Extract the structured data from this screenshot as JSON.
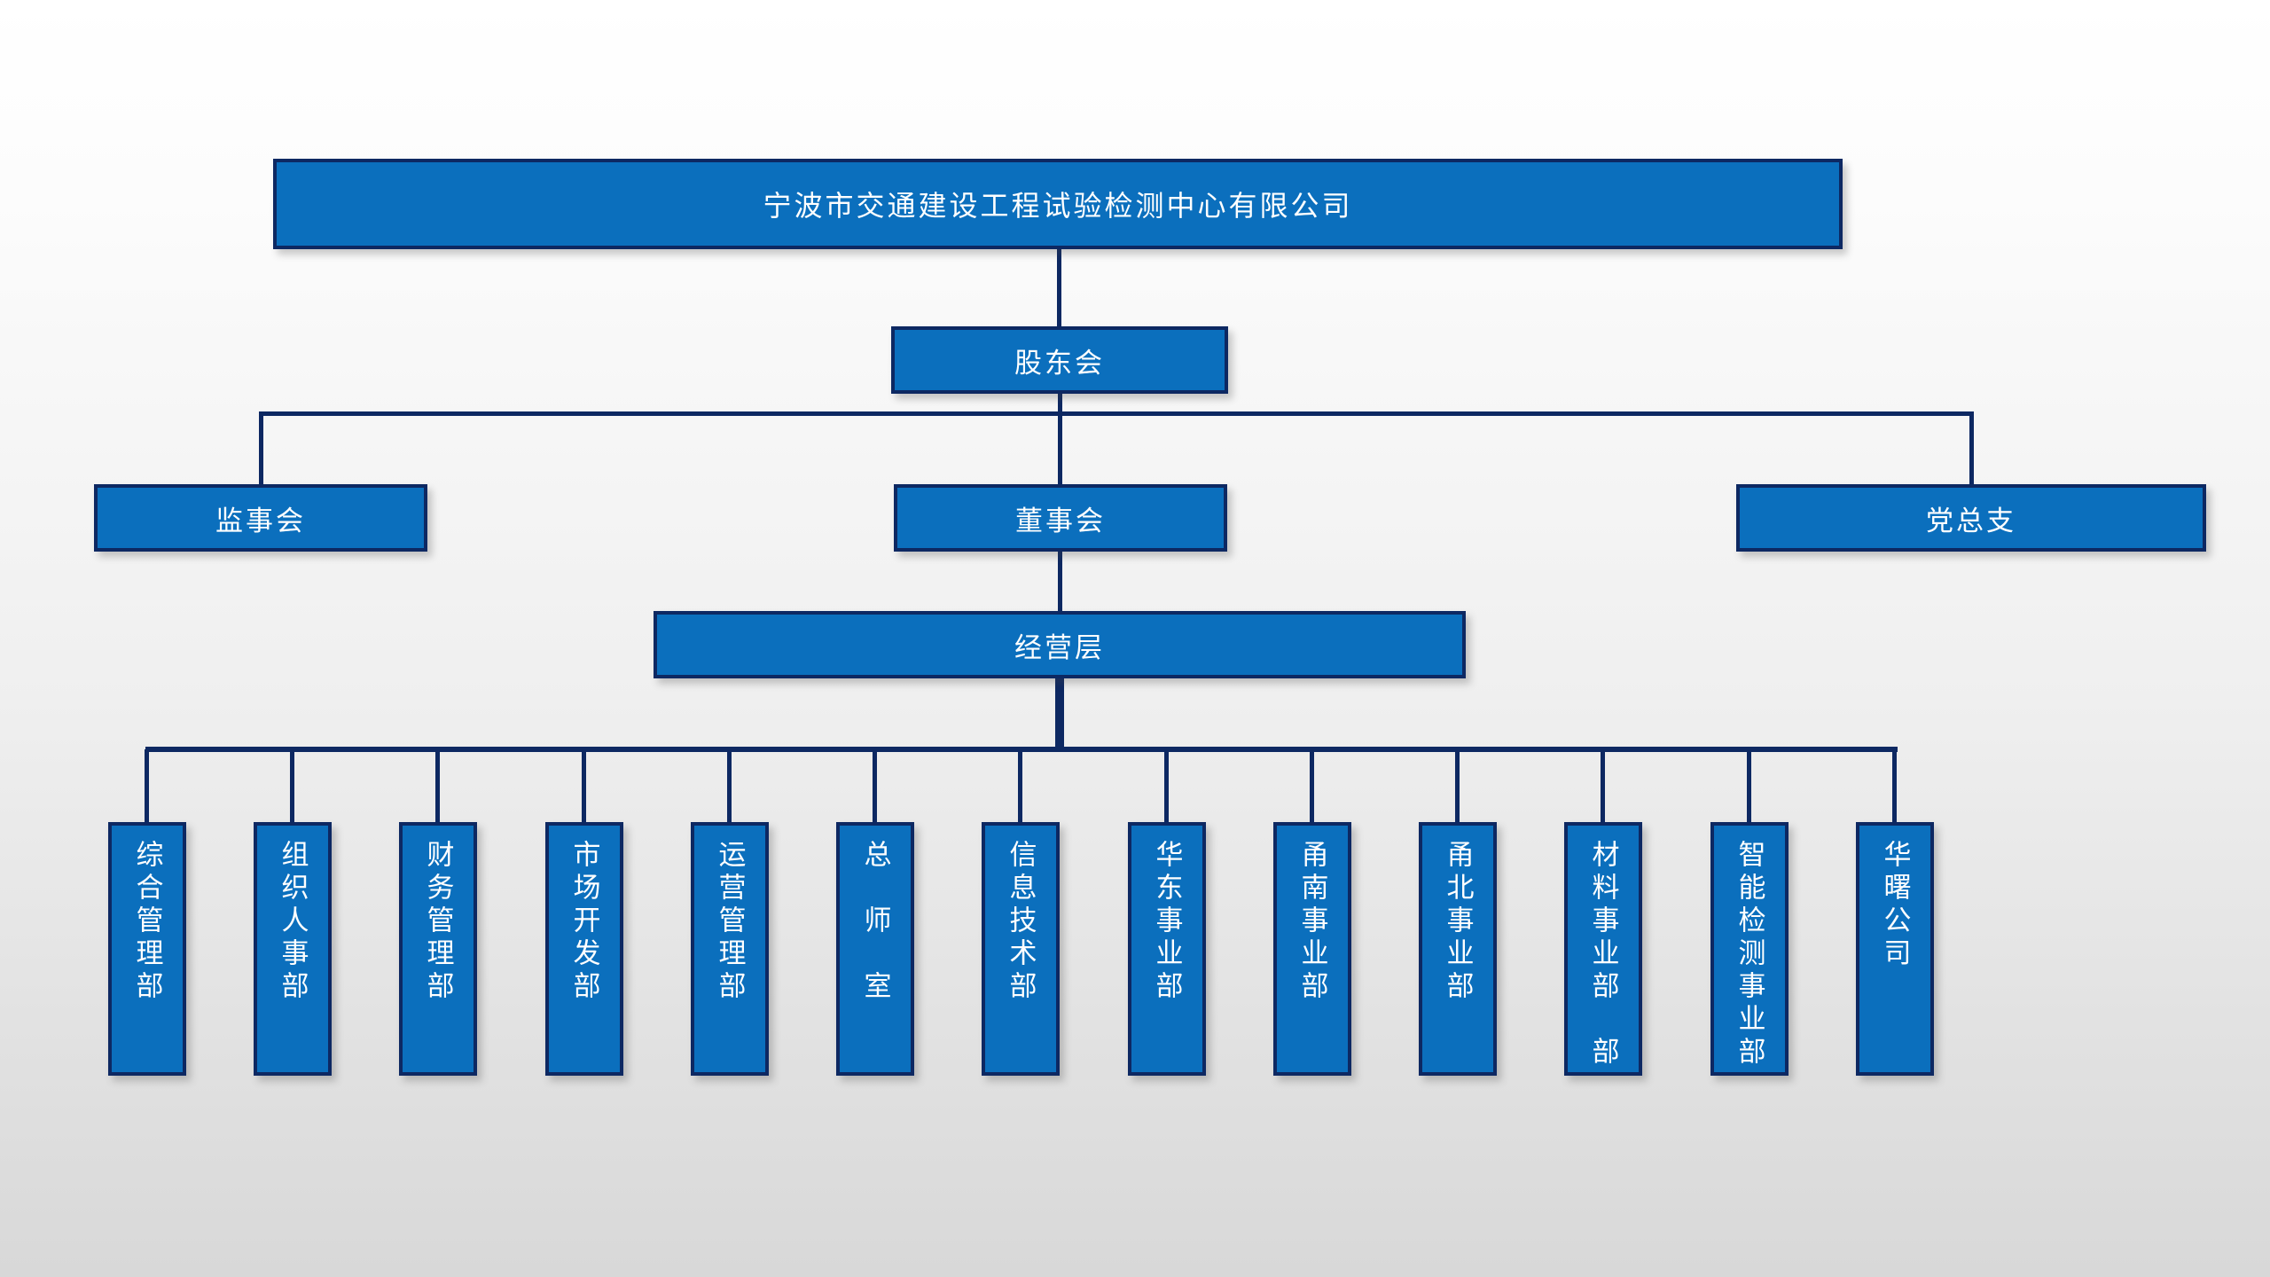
{
  "org_chart": {
    "company": {
      "label": "宁波市交通建设工程试验检测中心有限公司"
    },
    "shareholders": {
      "label": "股东会"
    },
    "level3": {
      "supervisory_board": {
        "label": "监事会"
      },
      "board_of_directors": {
        "label": "董事会"
      },
      "party_branch": {
        "label": "党总支"
      }
    },
    "management": {
      "label": "经营层"
    },
    "departments": [
      {
        "label": "综合管理部"
      },
      {
        "label": "组织人事部"
      },
      {
        "label": "财务管理部"
      },
      {
        "label": "市场开发部"
      },
      {
        "label": "运营管理部"
      },
      {
        "label": "总　师　室"
      },
      {
        "label": "信息技术部"
      },
      {
        "label": "华东事业部"
      },
      {
        "label": "甬南事业部"
      },
      {
        "label": "甬北事业部"
      },
      {
        "label": "材料事业部　部"
      },
      {
        "label": "智能检测事业部"
      },
      {
        "label": "华曙公司"
      }
    ],
    "colors": {
      "box_fill": "#0b6fbd",
      "box_border": "#0d2862",
      "connector": "#0d2862",
      "text": "#ffffff"
    }
  }
}
